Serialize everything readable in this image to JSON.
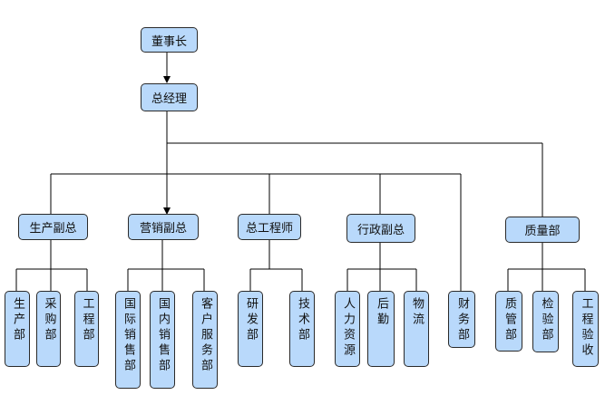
{
  "nodes": {
    "chairman": "董事长",
    "general_manager": "总经理",
    "vp_production": "生产副总",
    "vp_marketing": "营销副总",
    "chief_engineer": "总工程师",
    "vp_admin": "行政副总",
    "quality_dept": "质量部",
    "production_dept": "生产部",
    "procurement_dept": "采购部",
    "engineering_dept": "工程部",
    "intl_sales_dept": "国际销售部",
    "domestic_sales_dept": "国内销售部",
    "customer_service_dept": "客户服务部",
    "rnd_dept": "研发部",
    "tech_dept": "技术部",
    "hr": "人力资源",
    "logistics": "后勤",
    "materials": "物流",
    "finance_dept": "财务部",
    "quality_mgmt_dept": "质管部",
    "inspection_dept": "检验部",
    "acceptance": "工程验收"
  },
  "colors": {
    "box_fill": "#b9d9fb",
    "box_border": "#2a2a2a",
    "line": "#000000"
  }
}
